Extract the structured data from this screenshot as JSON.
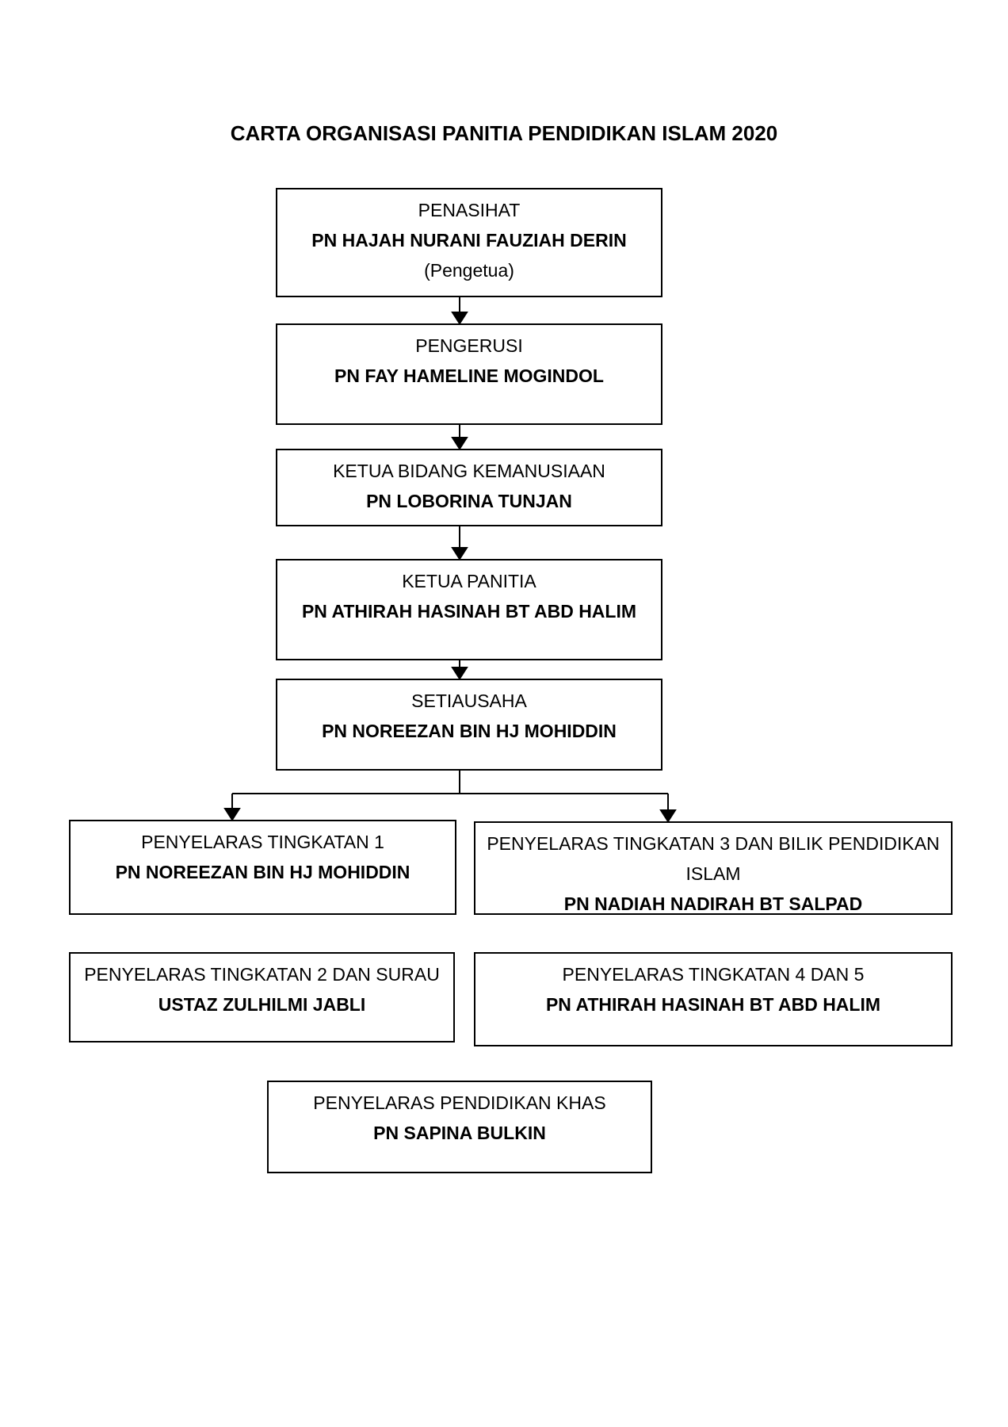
{
  "title": "CARTA ORGANISASI PANITIA PENDIDIKAN ISLAM 2020",
  "boxes": {
    "penasihat": {
      "lines": [
        "PENASIHAT",
        "PN HAJAH NURANI FAUZIAH DERIN",
        "(Pengetua)"
      ]
    },
    "pengerusi": {
      "lines": [
        "PENGERUSI",
        "PN FAY HAMELINE MOGINDOL"
      ]
    },
    "ketua_bidang": {
      "lines": [
        "KETUA BIDANG KEMANUSIAAN",
        "PN LOBORINA TUNJAN"
      ]
    },
    "ketua_panitia": {
      "lines": [
        "KETUA PANITIA",
        "PN ATHIRAH HASINAH BT ABD HALIM"
      ]
    },
    "setiausaha": {
      "lines": [
        "SETIAUSAHA",
        "PN NOREEZAN BIN HJ MOHIDDIN"
      ]
    },
    "tingkatan1": {
      "lines": [
        "PENYELARAS TINGKATAN 1",
        "PN NOREEZAN BIN HJ MOHIDDIN"
      ]
    },
    "tingkatan3": {
      "lines": [
        "PENYELARAS TINGKATAN 3 DAN BILIK PENDIDIKAN",
        "ISLAM",
        "PN NADIAH NADIRAH BT SALPAD"
      ]
    },
    "tingkatan2": {
      "lines": [
        "PENYELARAS TINGKATAN 2 DAN SURAU",
        "USTAZ ZULHILMI JABLI"
      ]
    },
    "tingkatan45": {
      "lines": [
        "PENYELARAS TINGKATAN 4 DAN 5",
        "PN ATHIRAH HASINAH BT ABD HALIM"
      ]
    },
    "khas": {
      "lines": [
        "PENYELARAS PENDIDIKAN KHAS",
        "PN SAPINA BULKIN"
      ]
    }
  },
  "connections": [
    "penasihat -> pengerusi",
    "pengerusi -> ketua_bidang",
    "ketua_bidang -> ketua_panitia",
    "ketua_panitia -> setiausaha",
    "setiausaha -> tingkatan1",
    "setiausaha -> tingkatan3"
  ],
  "colors": {
    "ink": "#000000",
    "paper": "#ffffff"
  }
}
